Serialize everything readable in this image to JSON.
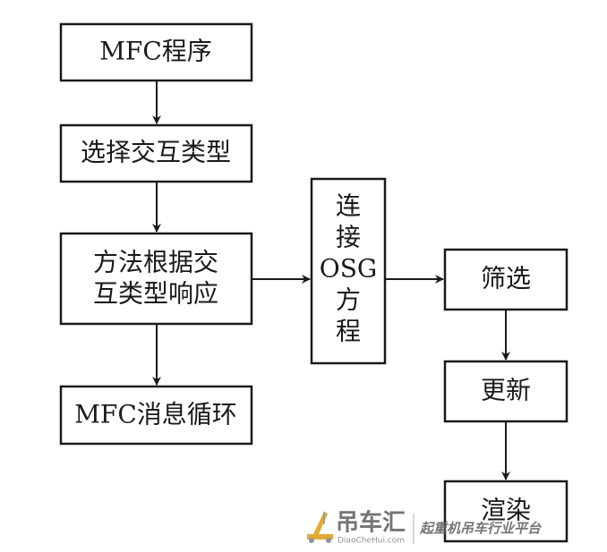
{
  "diagram": {
    "boxes": {
      "mfc_program": "MFC程序",
      "select_type": "选择交互类型",
      "method_line1": "方法根据交",
      "method_line2": "互类型响应",
      "mfc_loop": "MFC消息循环",
      "osg_line1": "连",
      "osg_line2": "接",
      "osg_line3": "OSG",
      "osg_line4": "方",
      "osg_line5": "程",
      "filter": "筛选",
      "update": "更新",
      "render": "渲染"
    }
  },
  "watermark": {
    "brand": "吊车汇",
    "url": "DiaoCheHui.com",
    "slogan": "起重机吊车行业平台"
  },
  "colors": {
    "line": "#1a1a1a",
    "watermark": "#666666",
    "watermark_accent": "#e0a020"
  }
}
